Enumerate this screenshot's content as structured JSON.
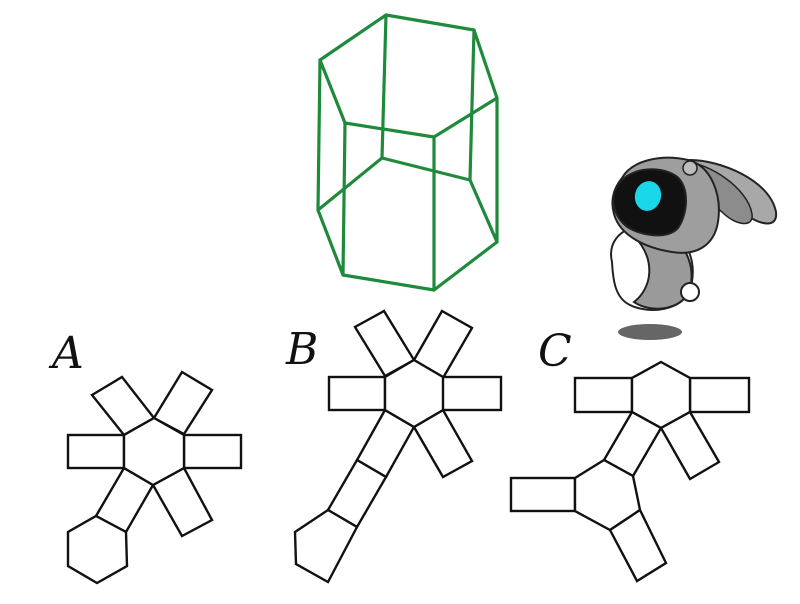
{
  "options": [
    {
      "id": "A",
      "label": "A"
    },
    {
      "id": "B",
      "label": "B"
    },
    {
      "id": "C",
      "label": "C"
    }
  ],
  "colors": {
    "prism_stroke": "#1f8a3c",
    "net_stroke": "#111111",
    "robot_body": "#9a9a9a",
    "robot_eye": "#19d6e8"
  },
  "icons": {
    "robot": "robot-mascot-icon"
  }
}
